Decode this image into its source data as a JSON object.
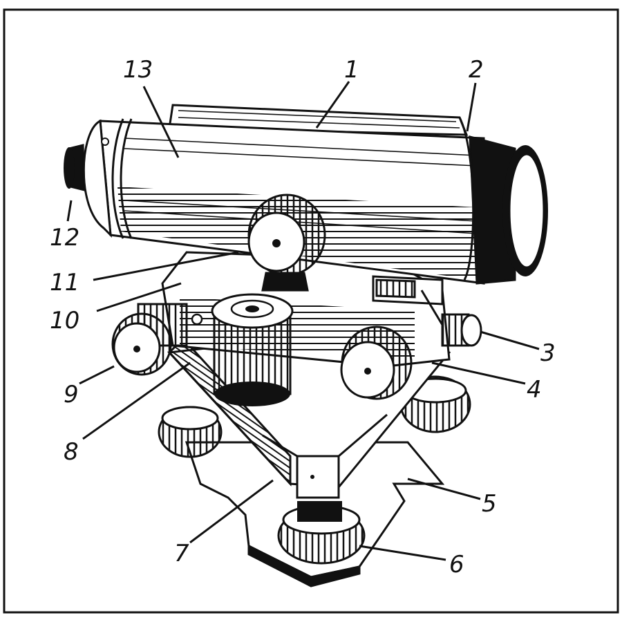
{
  "diagram": {
    "subject": "levelling-instrument",
    "callouts": [
      {
        "id": "c1",
        "label": "1"
      },
      {
        "id": "c2",
        "label": "2"
      },
      {
        "id": "c3",
        "label": "3"
      },
      {
        "id": "c4",
        "label": "4"
      },
      {
        "id": "c5",
        "label": "5"
      },
      {
        "id": "c6",
        "label": "6"
      },
      {
        "id": "c7",
        "label": "7"
      },
      {
        "id": "c8",
        "label": "8"
      },
      {
        "id": "c9",
        "label": "9"
      },
      {
        "id": "c10",
        "label": "10"
      },
      {
        "id": "c11",
        "label": "11"
      },
      {
        "id": "c12",
        "label": "12"
      },
      {
        "id": "c13",
        "label": "13"
      }
    ]
  }
}
